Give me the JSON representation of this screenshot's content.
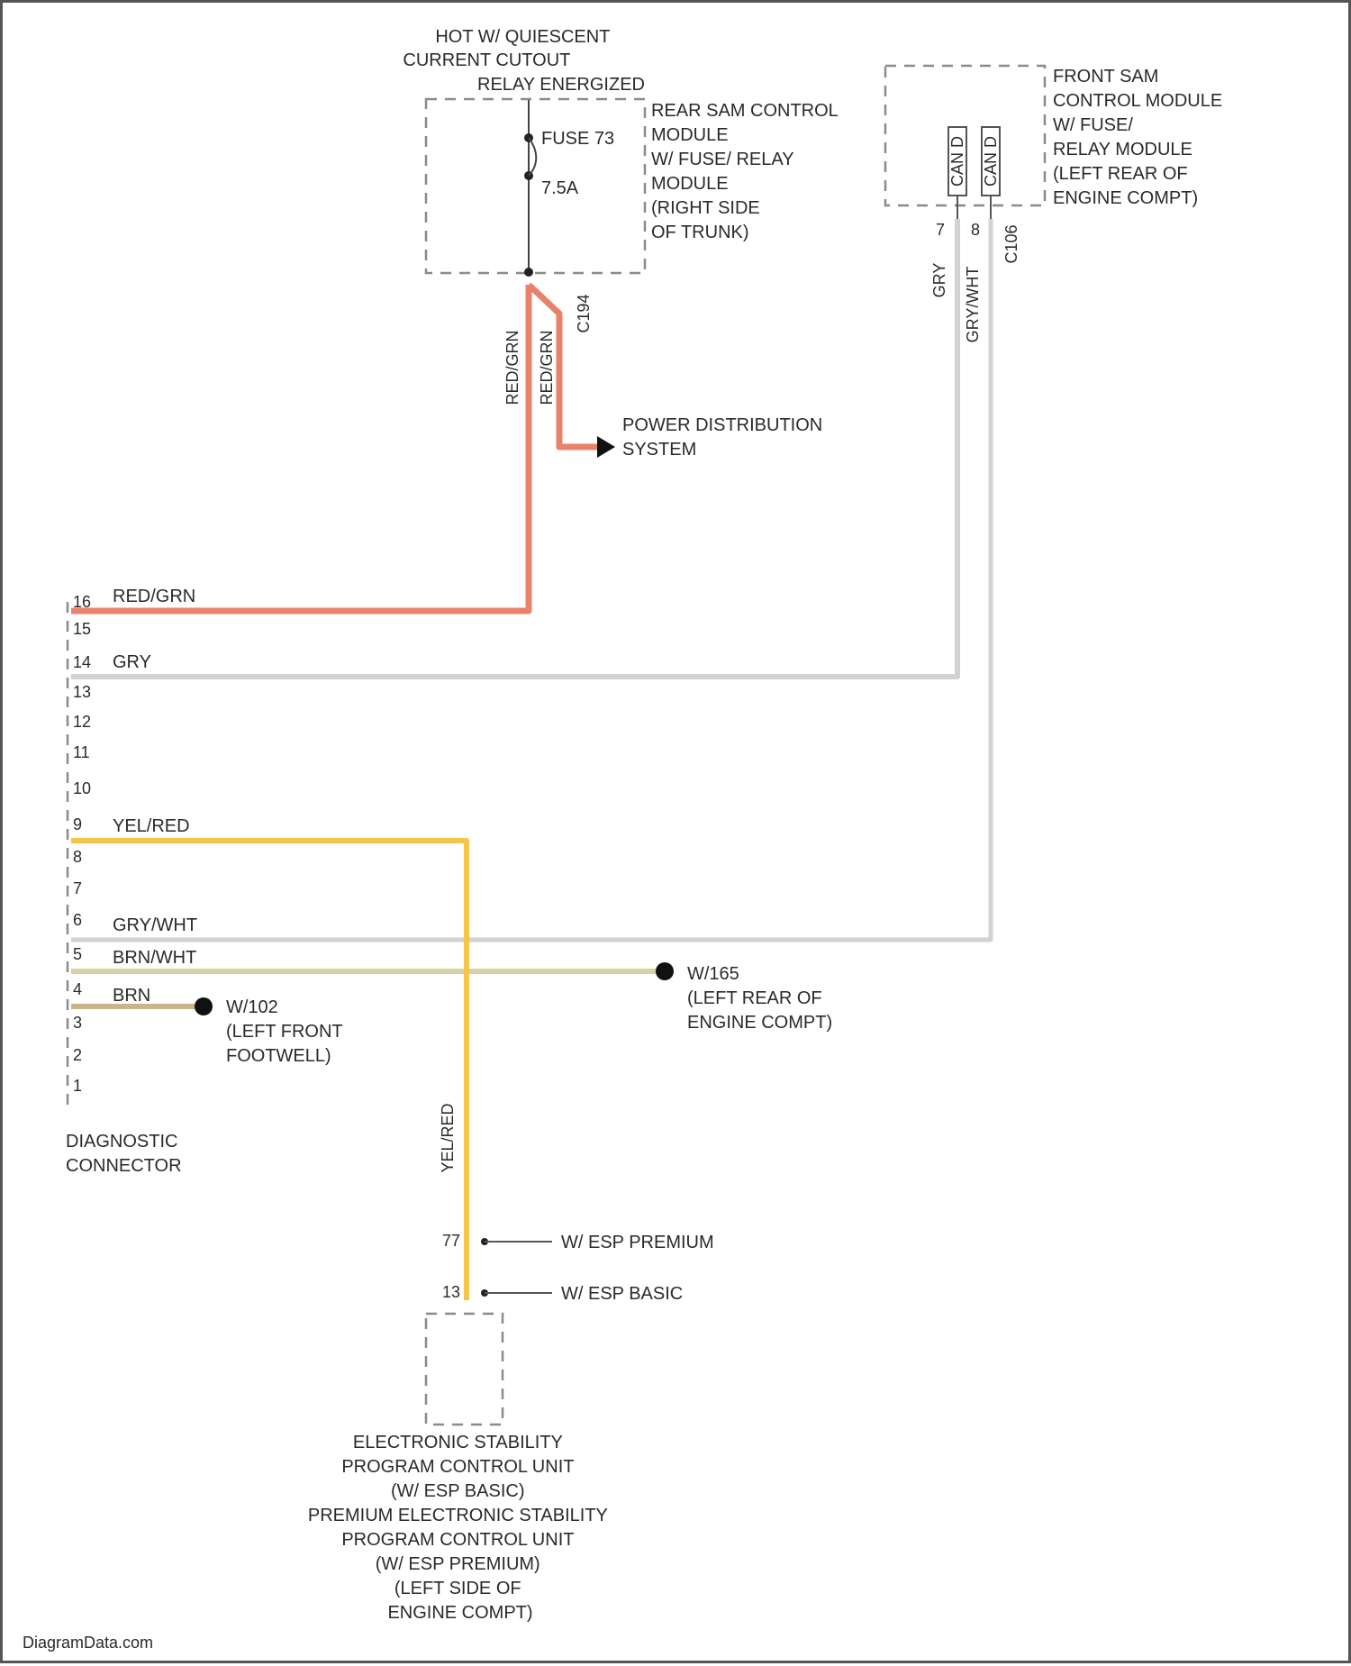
{
  "diagram": {
    "colors": {
      "red_grn": "#e8826a",
      "gry": "#d2d2d2",
      "yel_red": "#f5c54a",
      "brn_wht": "#d9d0a6",
      "brn": "#cbb487",
      "line": "#444444",
      "box": "#8a8a8a"
    },
    "rear_sam_note": [
      "HOT W/ QUIESCENT",
      "CURRENT CUTOUT",
      "RELAY ENERGIZED"
    ],
    "rear_sam_label": [
      "REAR SAM CONTROL",
      "MODULE",
      "W/ FUSE/ RELAY",
      "MODULE",
      "(RIGHT SIDE",
      "OF TRUNK)"
    ],
    "fuse_label": "FUSE 73",
    "fuse_rating": "7.5A",
    "rear_wire_1": "RED/GRN",
    "rear_wire_2": "RED/GRN",
    "rear_connector": "C194",
    "power_dist": [
      "POWER DISTRIBUTION",
      "SYSTEM"
    ],
    "front_sam_label": [
      "FRONT SAM",
      "CONTROL MODULE",
      "W/ FUSE/",
      "RELAY MODULE",
      "(LEFT REAR OF",
      "ENGINE COMPT)"
    ],
    "front_can_1": "CAN D",
    "front_can_2": "CAN D",
    "front_pin_1": "7",
    "front_pin_2": "8",
    "front_connector": "C106",
    "front_wire_1": "GRY",
    "front_wire_2": "GRY/WHT",
    "pins": [
      "16",
      "15",
      "14",
      "13",
      "12",
      "11",
      "10",
      "9",
      "8",
      "7",
      "6",
      "5",
      "4",
      "3",
      "2",
      "1"
    ],
    "wire_16": "RED/GRN",
    "wire_14": "GRY",
    "wire_9": "YEL/RED",
    "wire_6": "GRY/WHT",
    "wire_5": "BRN/WHT",
    "wire_4": "BRN",
    "ground_1": [
      "W/165",
      "(LEFT REAR OF",
      "ENGINE COMPT)"
    ],
    "ground_2": [
      "W/102",
      "(LEFT FRONT",
      "FOOTWELL)"
    ],
    "diag_label": [
      "DIAGNOSTIC",
      "CONNECTOR"
    ],
    "esp_wire": "YEL/RED",
    "esp_pin_premium": "77",
    "esp_pin_basic": "13",
    "esp_premium": "W/ ESP PREMIUM",
    "esp_basic": "W/ ESP BASIC",
    "esp_label": [
      "ELECTRONIC STABILITY",
      "PROGRAM CONTROL UNIT",
      "(W/ ESP BASIC)",
      "PREMIUM ELECTRONIC STABILITY",
      "PROGRAM CONTROL UNIT",
      "(W/ ESP PREMIUM)",
      "(LEFT SIDE OF",
      "ENGINE COMPT)"
    ],
    "watermark": "DiagramData.com"
  }
}
